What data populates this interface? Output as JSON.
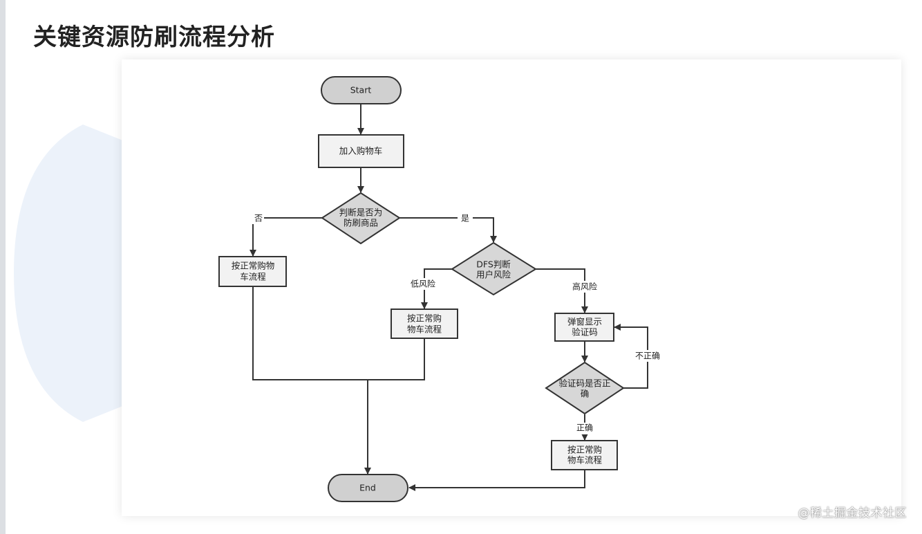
{
  "title": "关键资源防刷流程分析",
  "watermark": "@稀土掘金技术社区",
  "colors": {
    "node_fill": "#f2f2f2",
    "decision_fill": "#d7d7d7",
    "terminal_fill": "#d0d0d0",
    "stroke": "#333333",
    "watermark_blue": "#ecf2fa"
  },
  "flowchart": {
    "nodes": {
      "start": "Start",
      "add_cart": "加入购物车",
      "decision_item": [
        "判断是否为",
        "防刷商品"
      ],
      "normal_left": [
        "按正常购物",
        "车流程"
      ],
      "decision_dfs": [
        "DFS判断",
        "用户风险"
      ],
      "normal_mid": [
        "按正常购",
        "物车流程"
      ],
      "popup": [
        "弹窗显示",
        "验证码"
      ],
      "decision_captcha": [
        "验证码是否正",
        "确"
      ],
      "normal_right": [
        "按正常购",
        "物车流程"
      ],
      "end": "End"
    },
    "edge_labels": {
      "no": "否",
      "yes": "是",
      "low_risk": "低风险",
      "high_risk": "高风险",
      "incorrect": "不正确",
      "correct": "正确"
    }
  }
}
